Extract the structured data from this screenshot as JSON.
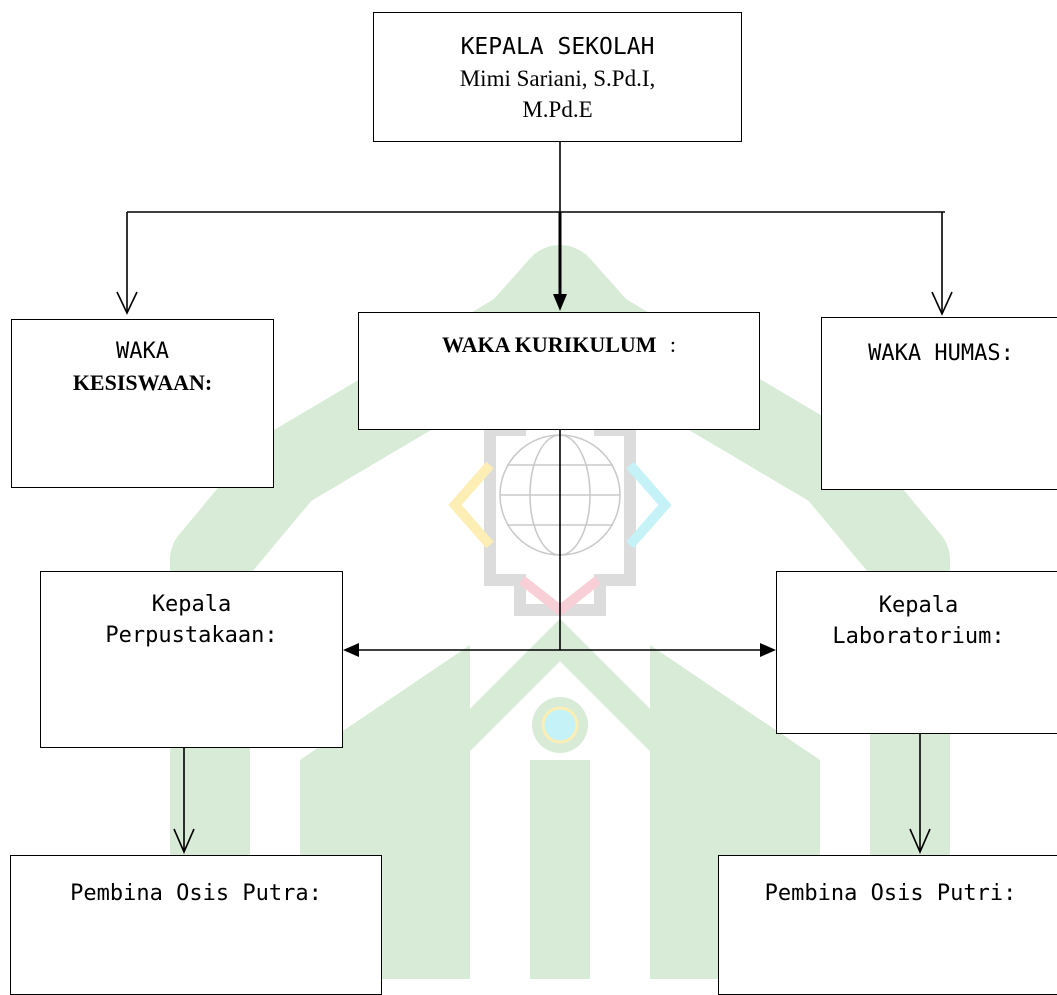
{
  "diagram": {
    "kepala_sekolah": {
      "title": "KEPALA SEKOLAH",
      "name_line1": "Mimi Sariani, S.Pd.I,",
      "name_line2": "M.Pd.E"
    },
    "waka_kesiswaan": {
      "line1": "WAKA",
      "line2": "KESISWAAN:"
    },
    "waka_kurikulum": {
      "label": "WAKA KURIKULUM",
      "suffix": ":"
    },
    "waka_humas": {
      "label": "WAKA HUMAS:"
    },
    "kepala_perpustakaan": {
      "line1": "Kepala",
      "line2": "Perpustakaan:"
    },
    "kepala_laboratorium": {
      "line1": "Kepala",
      "line2": "Laboratorium:"
    },
    "pembina_osis_putra": {
      "label": "Pembina Osis Putra:"
    },
    "pembina_osis_putri": {
      "label": "Pembina Osis Putri:"
    }
  },
  "colors": {
    "line": "#000000",
    "watermark_green": "#d7ebd6",
    "watermark_gray": "#dcdcdc",
    "watermark_yellow": "#fdeeb5",
    "watermark_cyan": "#c4f2f6",
    "watermark_pink": "#f8cfd6"
  }
}
